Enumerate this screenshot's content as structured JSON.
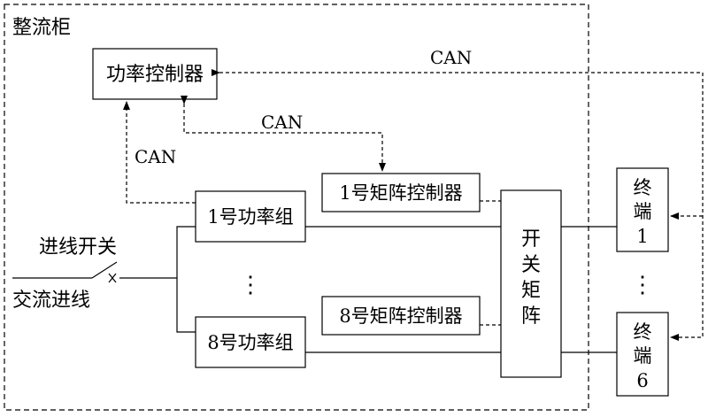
{
  "title": "整流柜",
  "boxes": {
    "power_controller": "功率控制器",
    "matrix_ctrl_1": "1号矩阵控制器",
    "matrix_ctrl_8": "8号矩阵控制器",
    "power_group_1": "1号功率组",
    "power_group_8": "8号功率组",
    "switch_matrix": [
      "开",
      "关",
      "矩",
      "阵"
    ],
    "terminal_1": [
      "终",
      "端",
      "1"
    ],
    "terminal_6": [
      "终",
      "端",
      "6"
    ]
  },
  "labels": {
    "can_top": "CAN",
    "can_mid": "CAN",
    "can_left": "CAN",
    "incoming_switch": "进线开关",
    "ac_incoming": "交流进线",
    "ellipsis_groups": "⋮",
    "ellipsis_terminals": "⋮"
  }
}
